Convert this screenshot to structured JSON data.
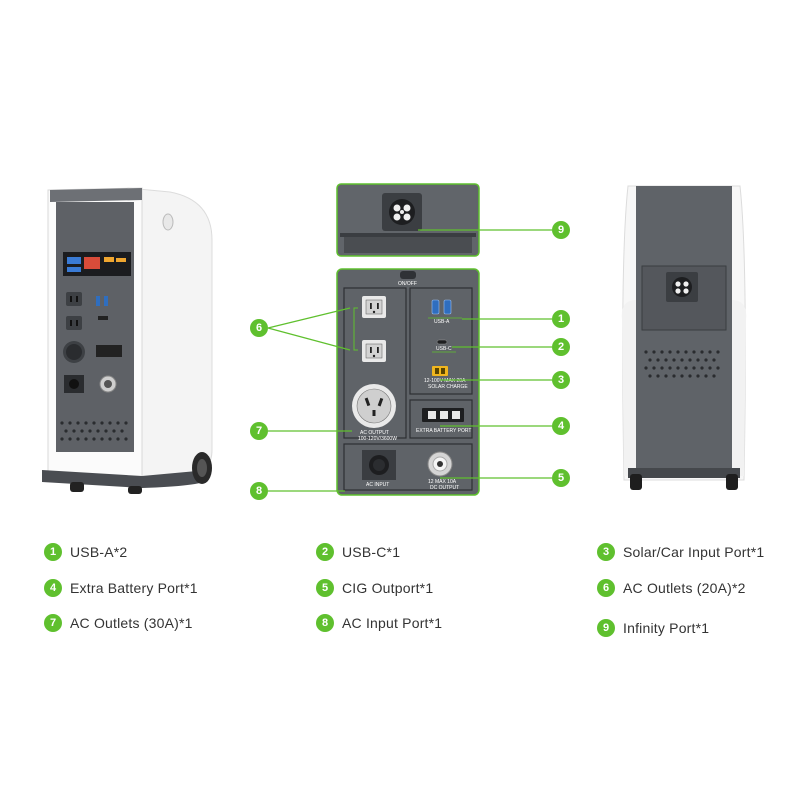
{
  "accent": "#5fc02e",
  "panel": {
    "onoff": "ON/OFF",
    "usb_a": "USB-A",
    "usb_c": "USB-C",
    "solar": "12-100V MAX 20A",
    "solar2": "SOLAR CHARGE",
    "ac_output": "AC OUTPUT",
    "ac_output2": "100-120V/3600W",
    "extra_battery": "EXTRA BATTERY PORT",
    "ac_input": "AC INPUT",
    "dc_output": "12 MAX 10A",
    "dc_output2": "DC OUTPUT"
  },
  "callouts": [
    "1",
    "2",
    "3",
    "4",
    "5",
    "6",
    "7",
    "8",
    "9"
  ],
  "legend": [
    {
      "num": "1",
      "label": "USB-A*2"
    },
    {
      "num": "2",
      "label": "USB-C*1"
    },
    {
      "num": "3",
      "label": "Solar/Car Input Port*1"
    },
    {
      "num": "4",
      "label": "Extra Battery Port*1"
    },
    {
      "num": "5",
      "label": "CIG Outport*1"
    },
    {
      "num": "6",
      "label": "AC Outlets (20A)*2"
    },
    {
      "num": "7",
      "label": "AC Outlets (30A)*1"
    },
    {
      "num": "8",
      "label": "AC Input Port*1"
    },
    {
      "num": "9",
      "label": "Infinity Port*1"
    }
  ]
}
